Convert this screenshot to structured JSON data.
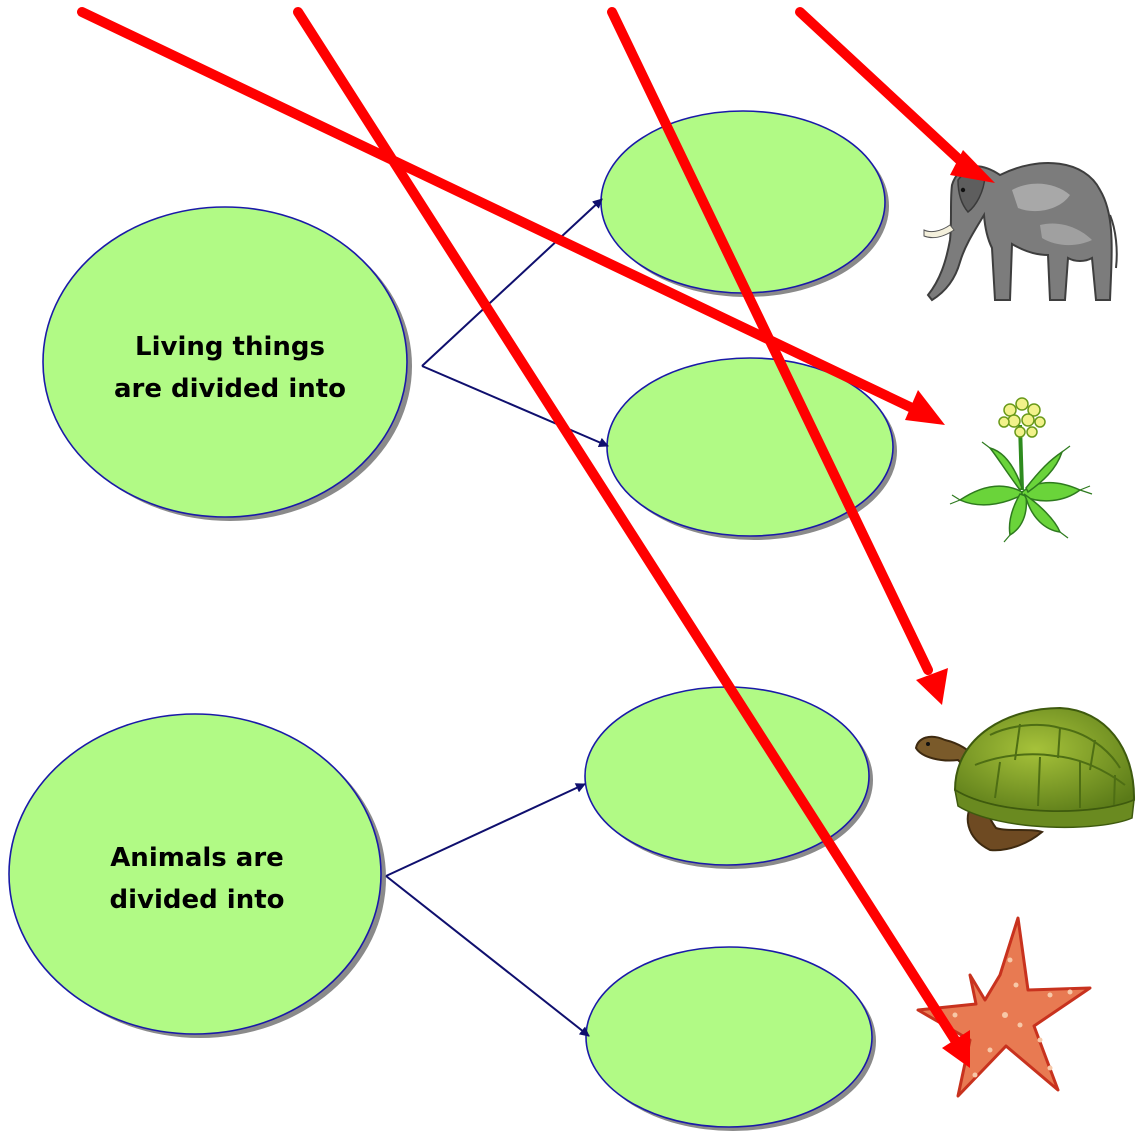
{
  "diagram": {
    "nodes": [
      {
        "id": "living",
        "lines": [
          "Living things",
          "are divided into"
        ]
      },
      {
        "id": "animals",
        "lines": [
          "Animals are",
          "divided into"
        ]
      },
      {
        "id": "living-group-1",
        "lines": []
      },
      {
        "id": "living-group-2",
        "lines": []
      },
      {
        "id": "animal-group-1",
        "lines": []
      },
      {
        "id": "animal-group-2",
        "lines": []
      }
    ],
    "pictures": [
      "elephant",
      "plant",
      "tortoise",
      "starfish"
    ]
  },
  "colors": {
    "ellipse_fill": "#b1fa85",
    "ellipse_stroke": "#1a1aa8",
    "ellipse_shadow": "#8a8a8a",
    "connector": "#0f0f6e",
    "red_arrow": "#ff0000"
  }
}
